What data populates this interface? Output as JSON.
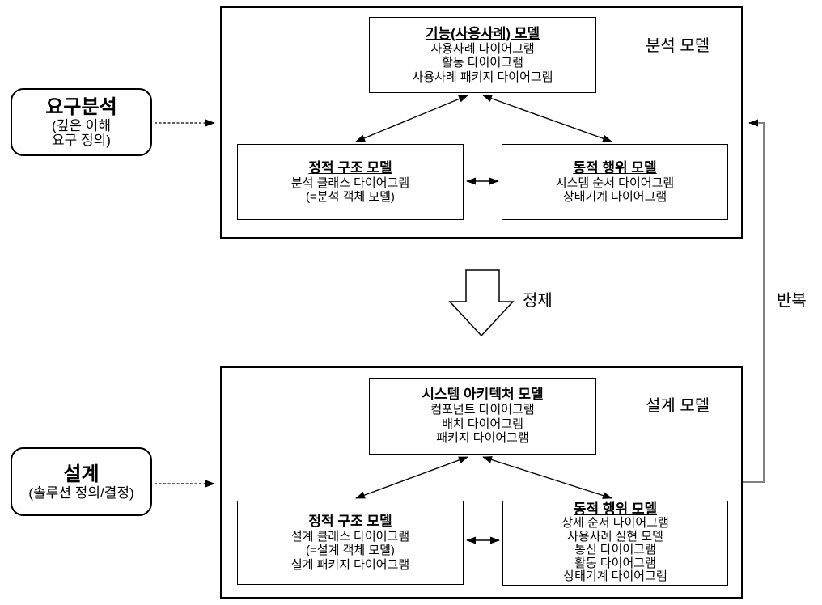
{
  "diagram": {
    "phase_nodes": {
      "requirements": {
        "title": "요구분석",
        "subtitle_line1": "(깊은 이해",
        "subtitle_line2": "요구 정의)"
      },
      "design": {
        "title": "설계",
        "subtitle_line1": "(솔루션 정의/결정)"
      }
    },
    "analysis_model": {
      "label": "분석 모델",
      "function_model": {
        "title": "기능(사용사례) 모델",
        "items": [
          "사용사례 다이어그램",
          "활동 다이어그램",
          "사용사례 패키지 다이어그램"
        ]
      },
      "static_model": {
        "title": "정적 구조 모델",
        "items": [
          "분석 클래스 다이어그램",
          "(=분석 객체 모델)"
        ]
      },
      "dynamic_model": {
        "title": "동적 행위 모델",
        "items": [
          "시스템 순서 다이어그램",
          "상태기계 다이어그램"
        ]
      }
    },
    "design_model": {
      "label": "설계 모델",
      "architecture_model": {
        "title": "시스템 아키텍처 모델",
        "items": [
          "컴포넌트 다이어그램",
          "배치 다이어그램",
          "패키지 다이어그램"
        ]
      },
      "static_model": {
        "title": "정적 구조 모델",
        "items": [
          "설계 클래스 다이어그램",
          "(=설계 객체 모델)",
          "설계 패키지 다이어그램"
        ]
      },
      "dynamic_model": {
        "title": "동적 행위 모델",
        "items": [
          "상세 순서 다이어그램",
          "사용사례 실현 모델",
          "통신 다이어그램",
          "활동 다이어그램",
          "상태기계 다이어그램"
        ]
      }
    },
    "labels": {
      "refine": "정제",
      "iterate": "반복"
    },
    "colors": {
      "line": "#000000",
      "feedback_line": "#808080",
      "background": "#ffffff"
    }
  }
}
